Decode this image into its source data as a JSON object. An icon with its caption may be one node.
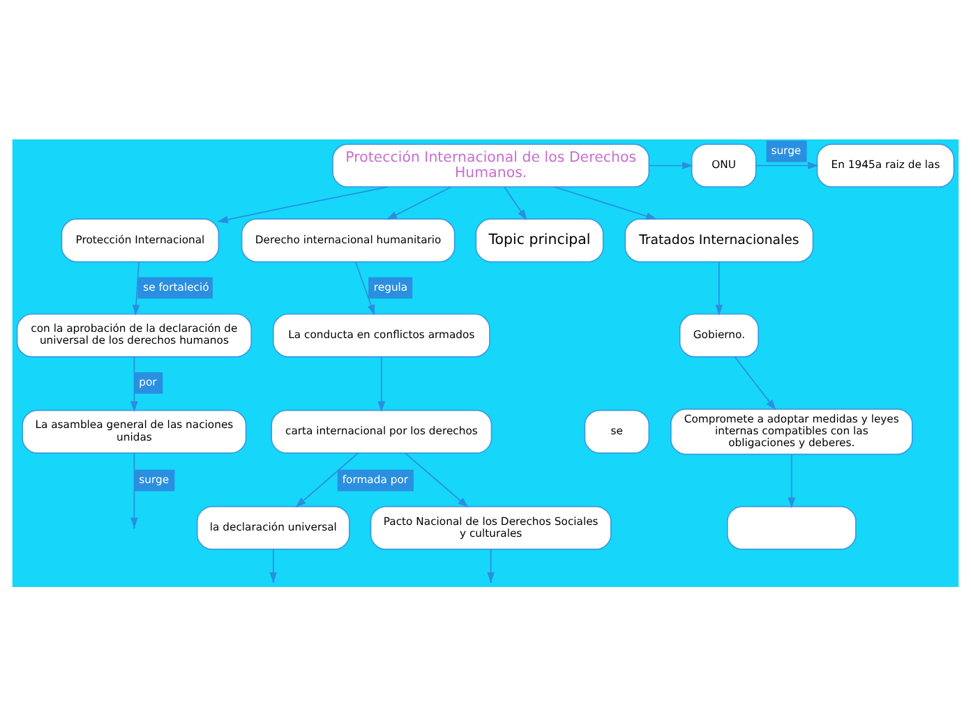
{
  "diagram": {
    "nodes": [
      {
        "text": [
          "Protección Internacional de los Derechos Humanos."
        ]
      },
      {
        "text": [
          "ONU"
        ]
      },
      {
        "text": [
          "En 1945a raiz de las"
        ]
      },
      {
        "text": [
          "Protección Internacional"
        ]
      },
      {
        "text": [
          "Derecho internacional humanitario"
        ]
      },
      {
        "text": [
          "Topic principal"
        ]
      },
      {
        "text": [
          "Tratados Internacionales"
        ]
      },
      {
        "text": [
          "con la aprobación de la declaración de universal de los derechos humanos"
        ]
      },
      {
        "text": [
          "La conducta en conflictos armados"
        ]
      },
      {
        "text": [
          "Gobierno."
        ]
      },
      {
        "text": [
          "se"
        ]
      },
      {
        "text": [
          "carta internacional por los derechos"
        ]
      },
      {
        "text": [
          "La asamblea general de las naciones unidas"
        ]
      },
      {
        "text": [
          "la declaración universal"
        ]
      },
      {
        "text": [
          "Pacto Nacional de los Derechos Sociales y culturales"
        ]
      },
      {
        "text": [
          "Compromete a adoptar medidas y leyes internas compatibles con las obligaciones y deberes."
        ]
      },
      {
        "text": [],
        "shape": "box"
      }
    ],
    "edges": [
      {
        "from": 0,
        "to": 1,
        "arrow": "to"
      },
      {
        "from": 1,
        "to": 2,
        "arrow": "to",
        "label": "surge"
      },
      {
        "from": 0,
        "to": 3,
        "arrow": "to"
      },
      {
        "from": 0,
        "to": 4,
        "arrow": "to"
      },
      {
        "from": 0,
        "to": 5,
        "arrow": "to"
      },
      {
        "from": 0,
        "to": 6,
        "arrow": "to"
      },
      {
        "from": 3,
        "to": 7,
        "arrow": "to",
        "label": "se fortaleció"
      },
      {
        "from": 7,
        "to": 12,
        "arrow": "to",
        "label": "por"
      },
      {
        "from": 12,
        "to": null,
        "arrow": "to",
        "label": "surge"
      },
      {
        "from": 4,
        "to": 8,
        "arrow": "to",
        "label": "regula"
      },
      {
        "from": 8,
        "to": 11,
        "arrow": "to"
      },
      {
        "from": 11,
        "to": 13,
        "arrow": "to",
        "label": "formada por"
      },
      {
        "from": 11,
        "to": 14,
        "arrow": "to"
      },
      {
        "from": 13,
        "to": null,
        "arrow": "to"
      },
      {
        "from": 14,
        "to": null,
        "arrow": "to"
      },
      {
        "from": 6,
        "to": 9,
        "arrow": "to"
      },
      {
        "from": 9,
        "to": 15,
        "arrow": "to"
      },
      {
        "from": 15,
        "to": 16,
        "arrow": "to"
      }
    ]
  }
}
